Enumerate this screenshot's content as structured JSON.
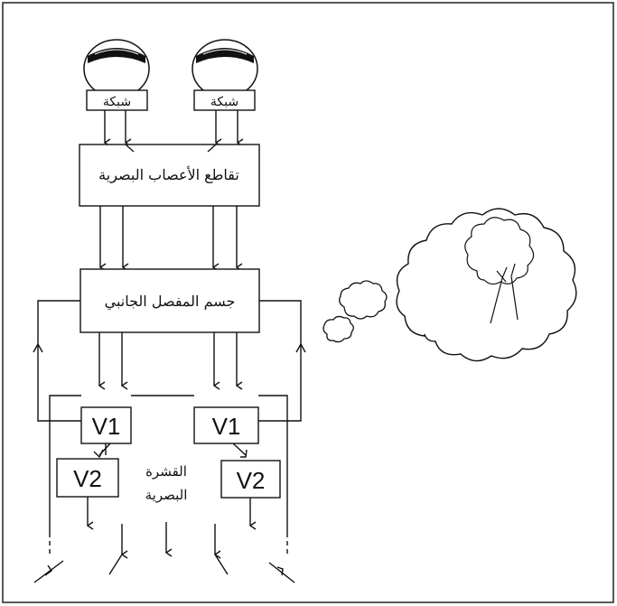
{
  "retina_left": "شبكة",
  "retina_right": "شبكة",
  "optic_chiasm": "تقاطع الأعصاب البصرية",
  "lgn": "جسم المفصل الجانبي",
  "v1_left": "V1",
  "v1_right": "V1",
  "v2_left": "V2",
  "v2_right": "V2",
  "cortex_line1": "القشرة",
  "cortex_line2": "البصرية"
}
